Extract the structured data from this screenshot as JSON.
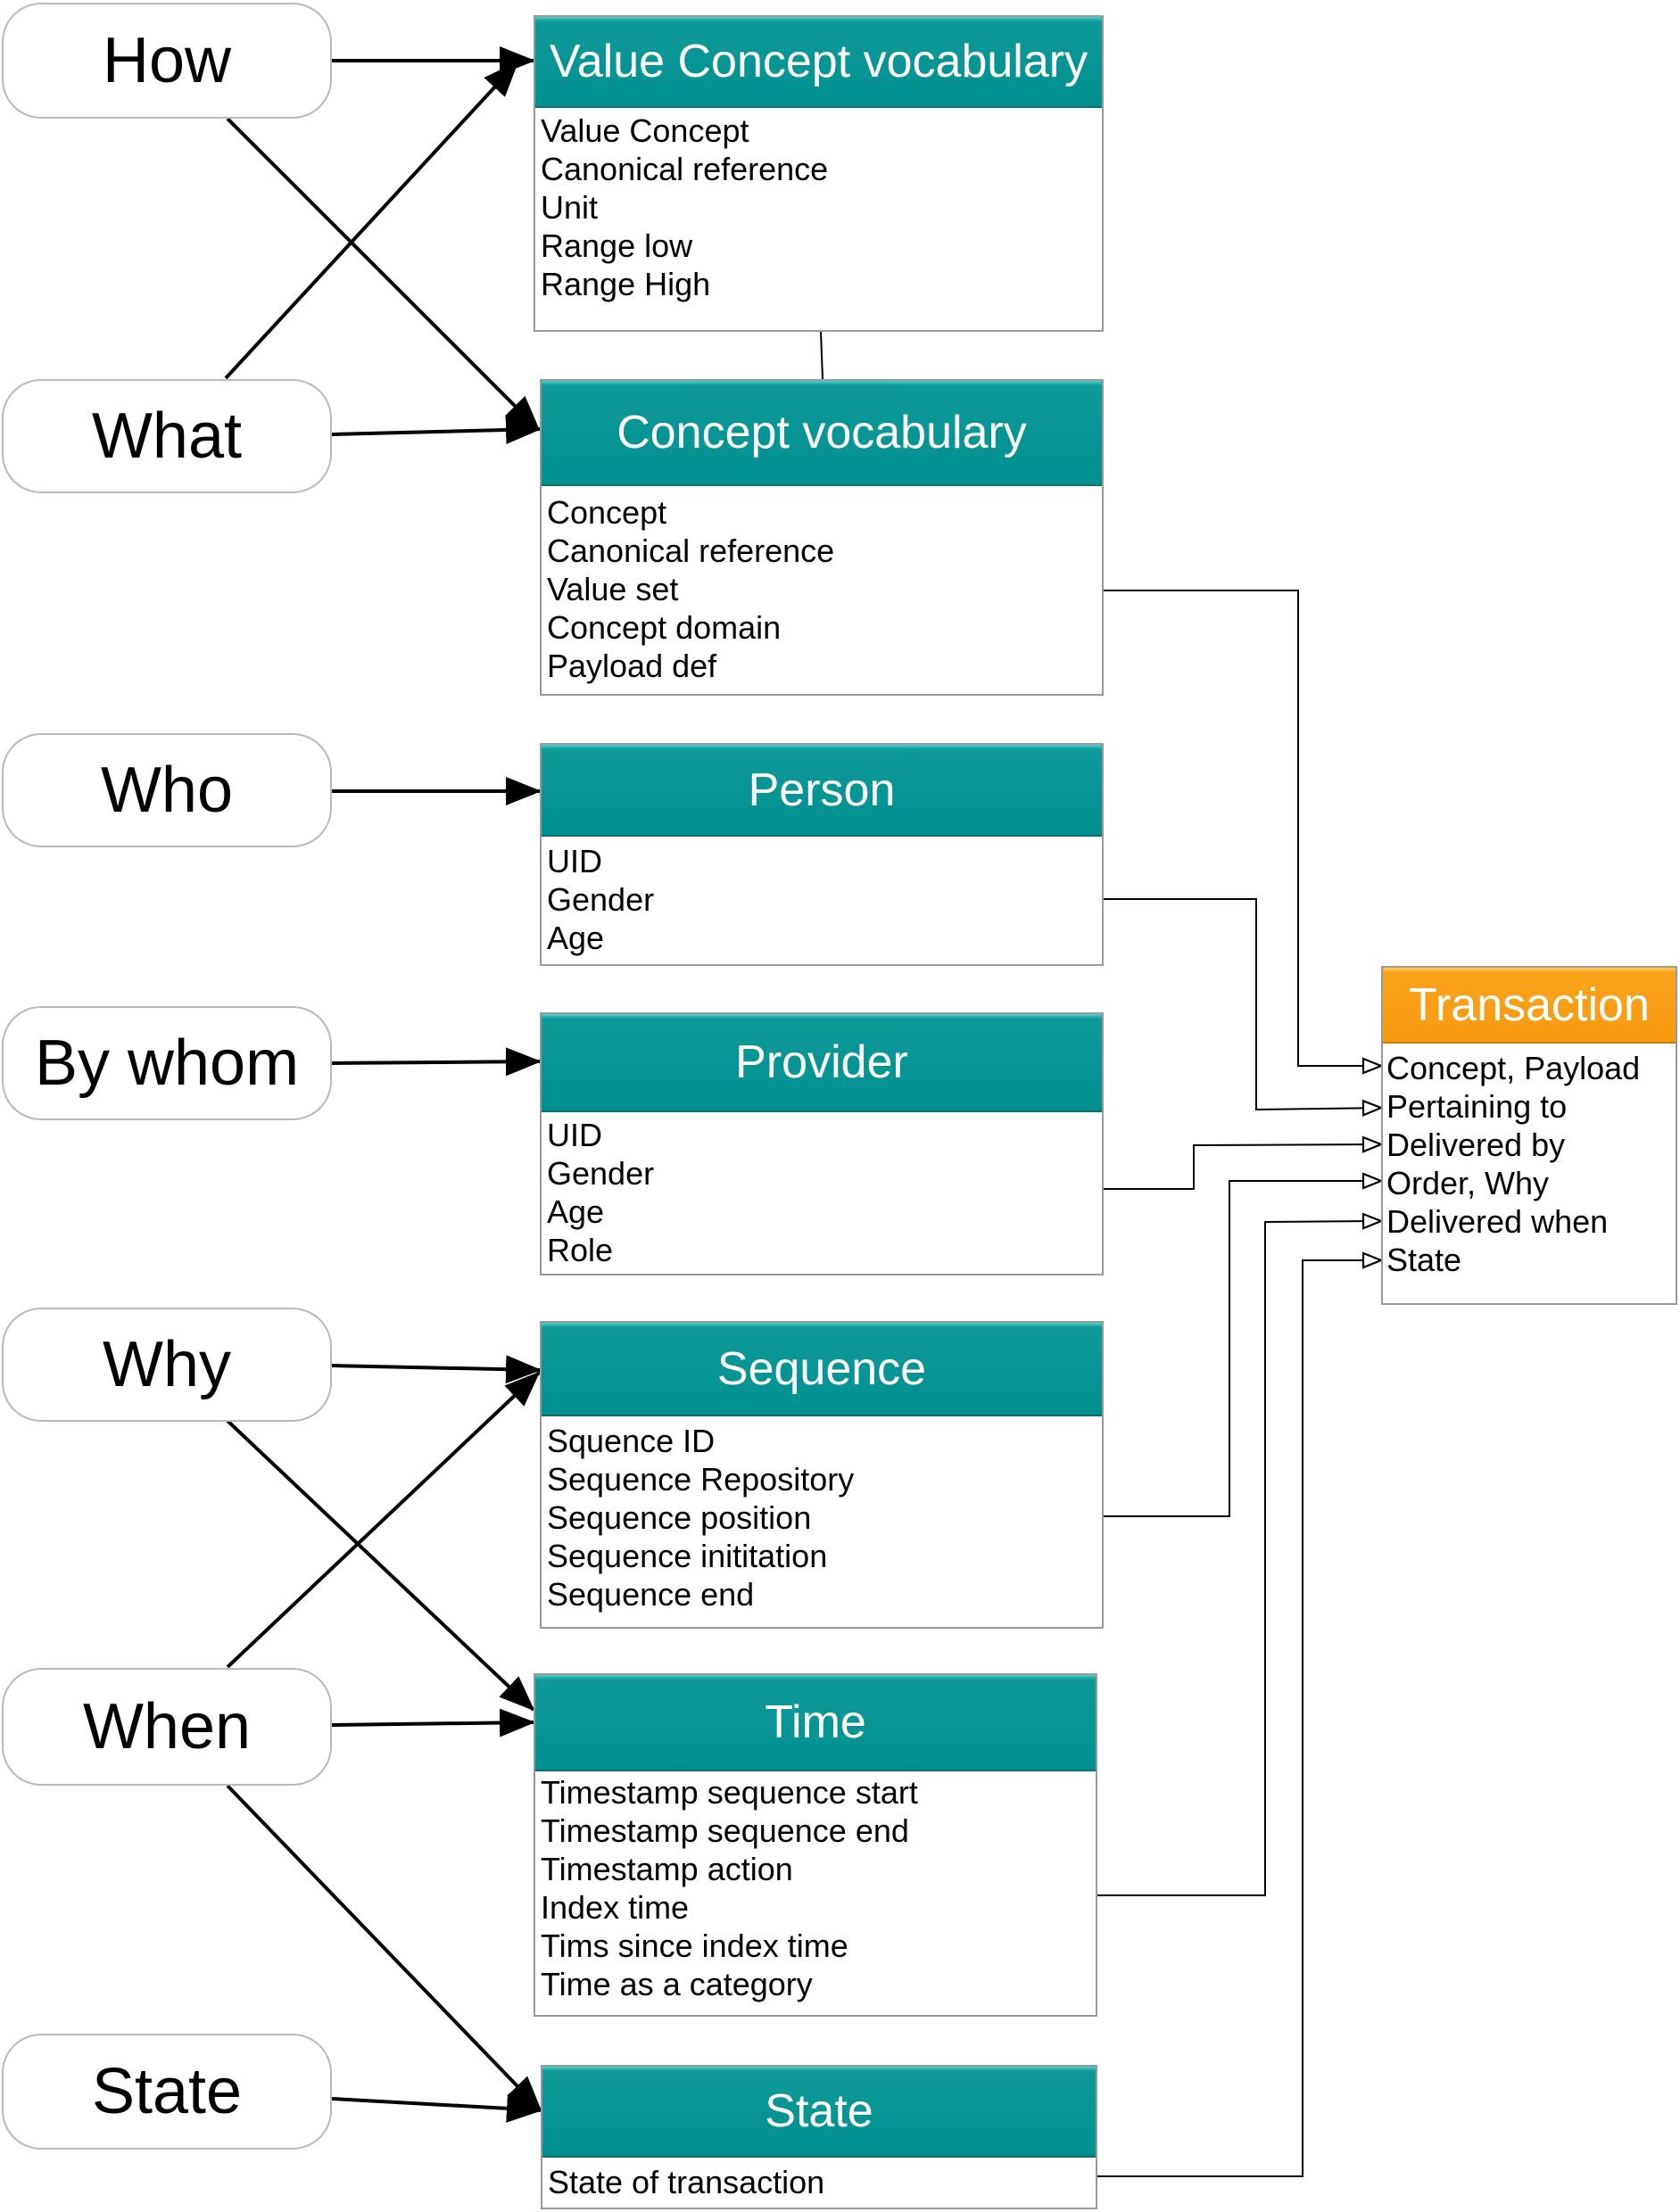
{
  "questions": {
    "how": "How",
    "what": "What",
    "who": "Who",
    "by_whom": "By whom",
    "why": "Why",
    "when": "When",
    "state": "State"
  },
  "boxes": {
    "value_concept": {
      "title": "Value Concept vocabulary",
      "items": [
        "Value Concept",
        "Canonical reference",
        "Unit",
        "Range low",
        "Range High"
      ]
    },
    "concept": {
      "title": "Concept vocabulary",
      "items": [
        "Concept",
        "Canonical reference",
        "Value set",
        "Concept domain",
        "Payload def"
      ]
    },
    "person": {
      "title": "Person",
      "items": [
        "UID",
        "Gender",
        "Age"
      ]
    },
    "provider": {
      "title": "Provider",
      "items": [
        "UID",
        "Gender",
        "Age",
        "Role"
      ]
    },
    "sequence": {
      "title": "Sequence",
      "items": [
        "Squence ID",
        "Sequence Repository",
        "Sequence position",
        "Sequence inititation",
        "Sequence end"
      ]
    },
    "time": {
      "title": "Time",
      "items": [
        "Timestamp sequence start",
        "Timestamp sequence end",
        "Timestamp action",
        "Index time",
        "Tims since index time",
        "Time as a category"
      ]
    },
    "state": {
      "title": "State",
      "items": [
        "State of transaction"
      ]
    },
    "transaction": {
      "title": "Transaction",
      "items": [
        "Concept, Payload",
        "Pertaining to",
        "Delivered by",
        "Order, Why",
        "Delivered when",
        "State"
      ]
    }
  },
  "colors": {
    "teal_header": "#009090",
    "orange_header": "#f79a10",
    "pill_border": "#b9b9b9",
    "line": "#000000"
  }
}
